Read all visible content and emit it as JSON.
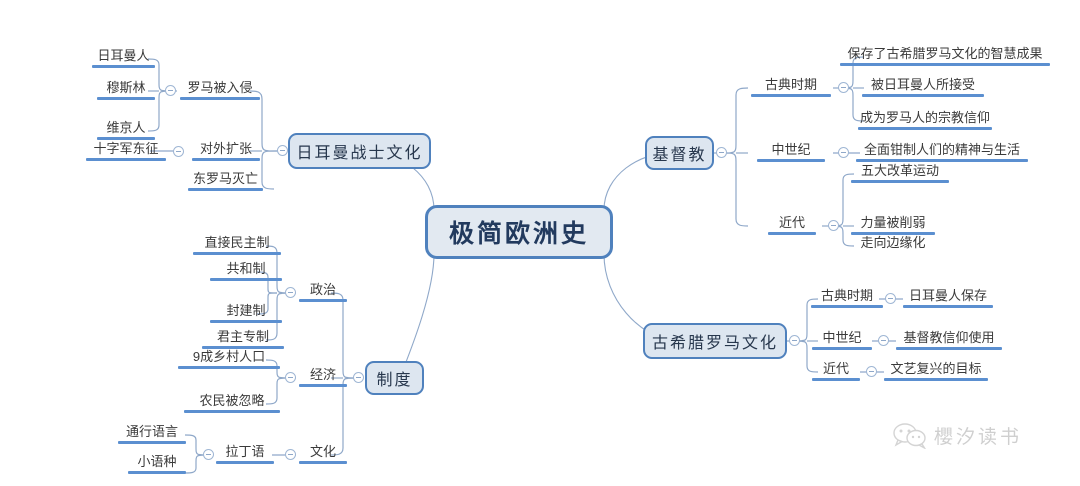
{
  "diagram": {
    "type": "mind-map",
    "title": "极简欧洲史",
    "root": {
      "label": "极简欧洲史"
    },
    "branches": [
      {
        "id": "germanic-warrior-culture",
        "label": "日耳曼战士文化",
        "children": [
          {
            "label": "罗马被入侵",
            "children": [
              {
                "label": "日耳曼人"
              },
              {
                "label": "穆斯林"
              },
              {
                "label": "维京人"
              }
            ]
          },
          {
            "label": "对外扩张",
            "children": [
              {
                "label": "十字军东征"
              }
            ]
          },
          {
            "label": "东罗马灭亡",
            "children": []
          }
        ]
      },
      {
        "id": "christianity",
        "label": "基督教",
        "children": [
          {
            "label": "古典时期",
            "children": [
              {
                "label": "保存了古希腊罗马文化的智慧成果"
              },
              {
                "label": "被日耳曼人所接受"
              },
              {
                "label": "成为罗马人的宗教信仰"
              }
            ]
          },
          {
            "label": "中世纪",
            "children": [
              {
                "label": "全面钳制人们的精神与生活"
              }
            ]
          },
          {
            "label": "近代",
            "children": [
              {
                "label": "五大改革运动"
              },
              {
                "label": "力量被削弱"
              },
              {
                "label": "走向边缘化"
              }
            ]
          }
        ]
      },
      {
        "id": "greco-roman-culture",
        "label": "古希腊罗马文化",
        "children": [
          {
            "label": "古典时期",
            "children": [
              {
                "label": "日耳曼人保存"
              }
            ]
          },
          {
            "label": "中世纪",
            "children": [
              {
                "label": "基督教信仰使用"
              }
            ]
          },
          {
            "label": "近代",
            "children": [
              {
                "label": "文艺复兴的目标"
              }
            ]
          }
        ]
      },
      {
        "id": "system",
        "label": "制度",
        "children": [
          {
            "label": "政治",
            "children": [
              {
                "label": "直接民主制"
              },
              {
                "label": "共和制"
              },
              {
                "label": "封建制"
              },
              {
                "label": "君主专制"
              }
            ]
          },
          {
            "label": "经济",
            "children": [
              {
                "label": "9成乡村人口"
              },
              {
                "label": "农民被忽略"
              }
            ]
          },
          {
            "label": "文化",
            "children": [
              {
                "label": "拉丁语",
                "children": [
                  {
                    "label": "通行语言"
                  },
                  {
                    "label": "小语种"
                  }
                ]
              }
            ]
          }
        ]
      }
    ]
  },
  "nodes": {
    "root": "极简欧洲史",
    "b1": "日耳曼战士文化",
    "b1c1": "罗马被入侵",
    "b1c1g1": "日耳曼人",
    "b1c1g2": "穆斯林",
    "b1c1g3": "维京人",
    "b1c2": "对外扩张",
    "b1c2g1": "十字军东征",
    "b1c3": "东罗马灭亡",
    "b2": "基督教",
    "b2c1": "古典时期",
    "b2c1g1": "保存了古希腊罗马文化的智慧成果",
    "b2c1g2": "被日耳曼人所接受",
    "b2c1g3": "成为罗马人的宗教信仰",
    "b2c2": "中世纪",
    "b2c2g1": "全面钳制人们的精神与生活",
    "b2c3": "近代",
    "b2c3g1": "五大改革运动",
    "b2c3g2": "力量被削弱",
    "b2c3g3": "走向边缘化",
    "b3": "古希腊罗马文化",
    "b3c1": "古典时期",
    "b3c1g1": "日耳曼人保存",
    "b3c2": "中世纪",
    "b3c2g1": "基督教信仰使用",
    "b3c3": "近代",
    "b3c3g1": "文艺复兴的目标",
    "b4": "制度",
    "b4c1": "政治",
    "b4c1g1": "直接民主制",
    "b4c1g2": "共和制",
    "b4c1g3": "封建制",
    "b4c1g4": "君主专制",
    "b4c2": "经济",
    "b4c2g1": "9成乡村人口",
    "b4c2g2": "农民被忽略",
    "b4c3": "文化",
    "b4c3g1": "拉丁语",
    "b4c3g1h1": "通行语言",
    "b4c3g1h2": "小语种"
  },
  "watermark": {
    "text": "櫻汐读书",
    "icon": "wechat-icon"
  },
  "colors": {
    "node_fill": "#dde6f0",
    "node_border": "#4f81bd",
    "underline": "#5b8fd0",
    "connector": "#8fa8c9",
    "text": "#3a3a3a",
    "root_text": "#223a5e"
  }
}
